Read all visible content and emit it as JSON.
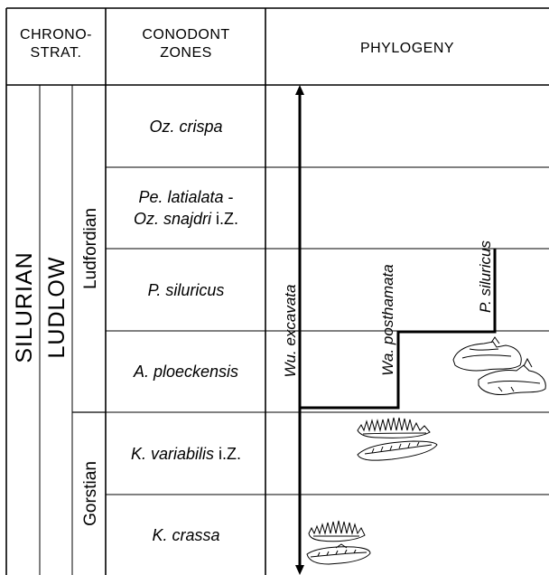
{
  "header": {
    "chronostrat_line1": "CHRONO-",
    "chronostrat_line2": "STRAT.",
    "conodont_line1": "CONODONT",
    "conodont_line2": "ZONES",
    "phylogeny": "PHYLOGENY"
  },
  "chronostrat": {
    "system": "SILURIAN",
    "series": "LUDLOW",
    "stages": [
      "Ludfordian",
      "Gorstian"
    ]
  },
  "zones": [
    {
      "lines": [
        {
          "it": "Oz. crispa",
          "rest": ""
        }
      ]
    },
    {
      "lines": [
        {
          "it": "Pe. latialata",
          "rest": " -"
        },
        {
          "it": "Oz. snajdri",
          "rest": " i.Z."
        }
      ]
    },
    {
      "lines": [
        {
          "it": "P. siluricus",
          "rest": ""
        }
      ]
    },
    {
      "lines": [
        {
          "it": "A. ploeckensis",
          "rest": ""
        }
      ]
    },
    {
      "lines": [
        {
          "it": "K. variabilis",
          "rest": " i.Z."
        }
      ]
    },
    {
      "lines": [
        {
          "it": "K. crassa",
          "rest": ""
        }
      ]
    }
  ],
  "taxa": [
    "Wu. excavata",
    "Wa. posthamata",
    "P. siluricus"
  ],
  "colors": {
    "line": "#000000",
    "background": "#ffffff"
  }
}
